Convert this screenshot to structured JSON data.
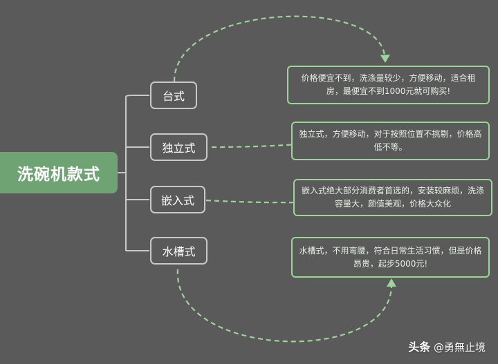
{
  "root": {
    "label": "洗碗机款式"
  },
  "branches": [
    {
      "label": "台式",
      "description": "价格便宜不到，洗涤量较少，方便移动，适合租房，最便宜不到1000元就可购买!"
    },
    {
      "label": "独立式",
      "description": "独立式，方便移动，对于按照位置不挑剔，价格高低不等。"
    },
    {
      "label": "嵌入式",
      "description": "嵌入式绝大部分消费者首选的，安装较麻烦，洗涤容量大，颜值美观，价格大众化"
    },
    {
      "label": "水槽式",
      "description": "水槽式，不用弯腰，符合日常生活习惯，但是价格昂贵，起步5000元!"
    }
  ],
  "watermark": {
    "brand": "头条",
    "handle": "@勇無止境"
  },
  "colors": {
    "background": "#595a59",
    "root_fill": "#6fa374",
    "node_border": "#c9c9c9",
    "desc_border": "#9ed39a",
    "arrow": "#9ed39a"
  }
}
